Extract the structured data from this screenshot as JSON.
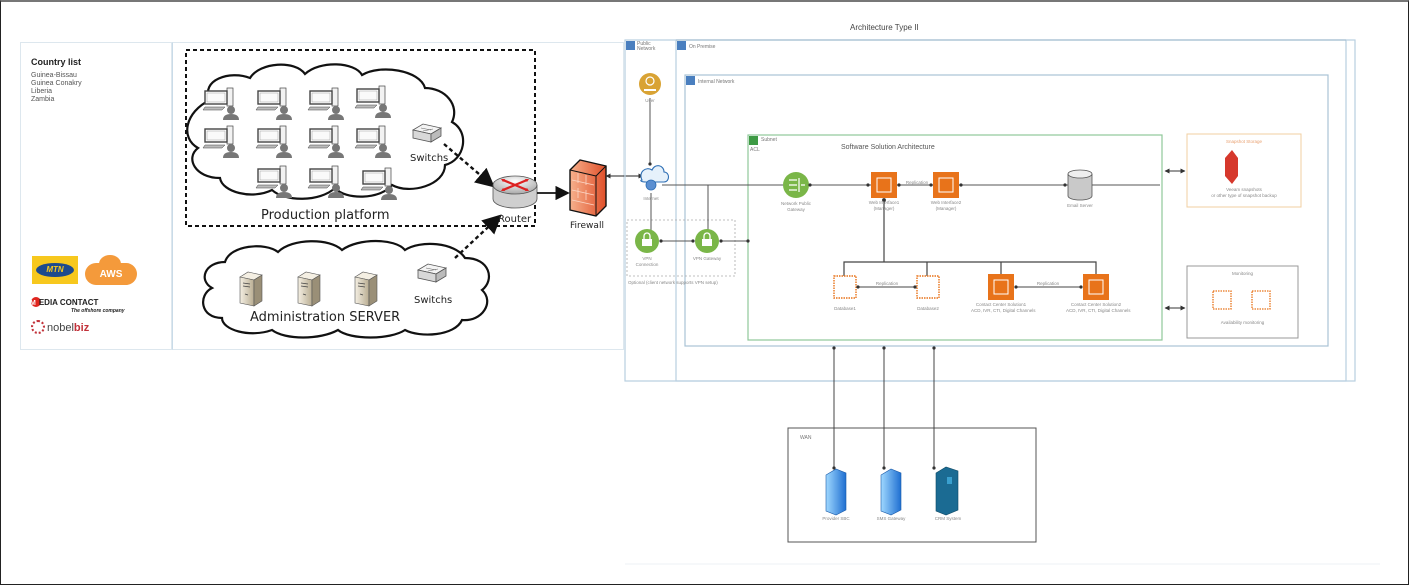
{
  "left_panel": {
    "title": "Country list",
    "countries": [
      "Guinea-Bissau",
      "Guinea Conakry",
      "Liberia",
      "Zambia"
    ],
    "logos": {
      "mtn": "MTN",
      "aws": "AWS",
      "media_contact": "EDIA CONTACT",
      "media_contact_initial": "M",
      "media_contact_tagline": "The offshore company",
      "nobel_prefix": "nobel",
      "nobel_suffix": "biz"
    }
  },
  "network": {
    "production_label": "Production platform",
    "production_switch_label": "Switchs",
    "admin_label": "Administration SERVER",
    "admin_switch_label": "Switchs",
    "router_label": "Router",
    "firewall_label": "Firewall",
    "workstation_count": 11,
    "server_count": 3
  },
  "architecture": {
    "title": "Architecture Type II",
    "public_network_label": "Public Network",
    "on_premise_label": "On Premise",
    "internal_network_label": "Internal Network",
    "user_label": "User",
    "internet_label": "Internet",
    "vpn_connection_label": "VPN Connection",
    "vpn_gateway_label": "VPN Gateway",
    "vpn_note": "Optional (client network supports VPN setup)",
    "subnet_label": "Subnet",
    "acl_label": "ACL",
    "software_title": "Software Solution Architecture",
    "nat_gateway_label": "Network Public Gateway",
    "web1_label": "Web Interface1 (Manager)",
    "web2_label": "Web Interface2 (Manager)",
    "web_replication": "Replication",
    "email_server_label": "Email Server",
    "db1_label": "Database1",
    "db2_label": "Database2",
    "db_replication": "Replication",
    "cc1_label": "Contact Center Solution1",
    "cc1_sub": "ACD, IVR, CTI, Digital Channels",
    "cc2_label": "Contact Center Solution2",
    "cc2_sub": "ACD, IVR, CTI, Digital Channels",
    "cc_replication": "Replication",
    "snapshot_title": "Snapshot Storage",
    "snapshot_line1": "Veeam snapshots",
    "snapshot_line2": "or other type of snapshot backup",
    "monitoring_title": "Monitoring",
    "monitoring_label": "Availability monitoring",
    "wan_label": "WAN",
    "provider_sbc_label": "Provider SBC",
    "sms_gateway_label": "SMS Gateway",
    "crm_system_label": "CRM System"
  },
  "colors": {
    "aws_orange": "#e8731a",
    "aws_green": "#7ab648",
    "user_gold": "#d9a334",
    "snapshot_red": "#d6382c",
    "wan_blue": "#2a7fd4",
    "crm_teal": "#1b6b93",
    "frame_blue": "#b8cfe0",
    "subnet_green": "#8fc79a"
  }
}
